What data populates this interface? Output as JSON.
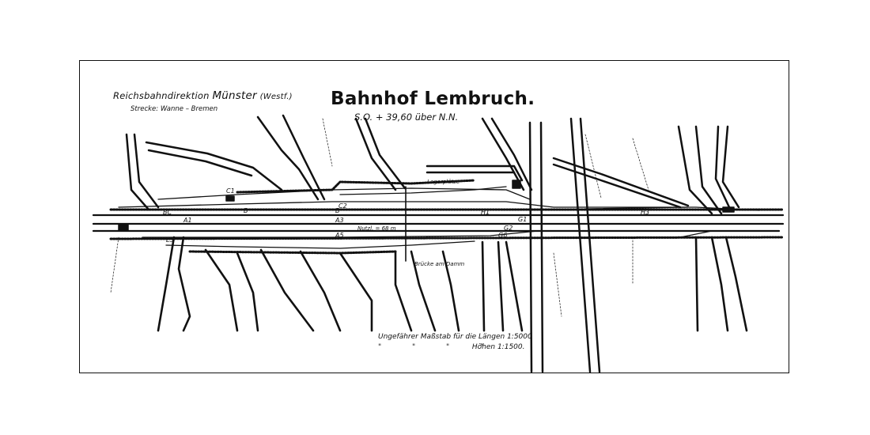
{
  "header": {
    "directorate_prefix": "Reichsbahndirektion",
    "directorate_city": "Münster",
    "directorate_region": "(Westf.)",
    "line": "Strecke: Wanne – Bremen"
  },
  "title": "Bahnhof Lembruch.",
  "elevation": "S.O. + 39,60 über N.N.",
  "scale": {
    "lengths": "Ungefährer Maßstab für die Längen 1:5000",
    "ditto": "\" \" \" \"",
    "heights": "Höhen 1:1500."
  },
  "labels": {
    "c1": "C1",
    "c2": "C2",
    "b_left": "B",
    "b_mid": "B",
    "bc": "BC",
    "a1": "A1",
    "a3": "A3",
    "a5": "A5",
    "g1": "G1",
    "g2": "G2",
    "g6": "G6",
    "h1": "H1",
    "h3": "H3",
    "ls": "LS",
    "lagerplatz": "Lagerplätze",
    "nutzl": "Nutzl. = 68 m",
    "bruecke": "Brücke am Damm"
  }
}
